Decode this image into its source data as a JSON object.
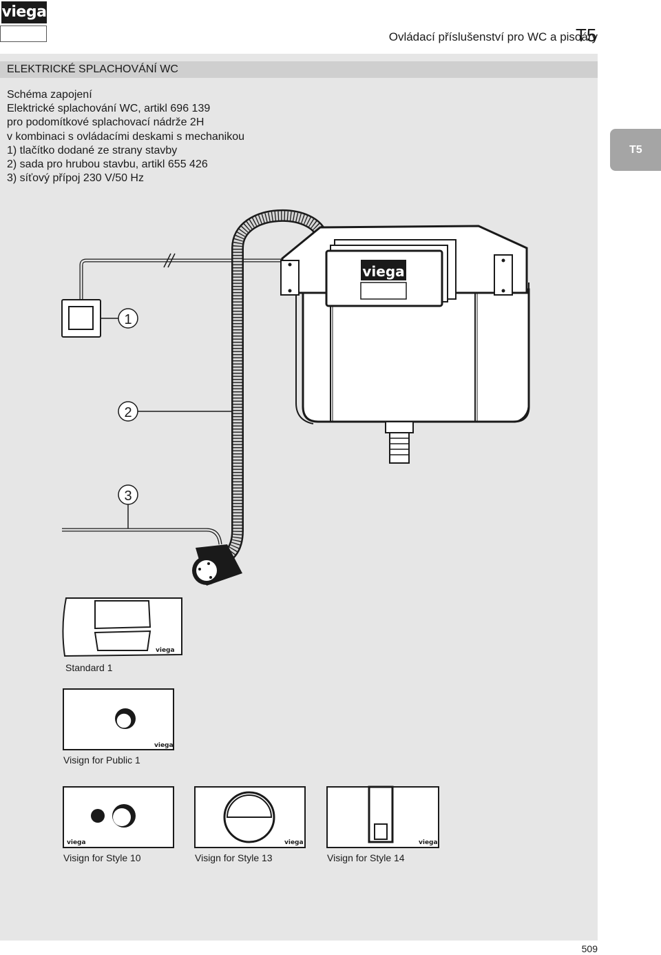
{
  "header": {
    "logo": "viega",
    "running_head": "Ovládací příslušenství pro WC a pisoáry",
    "section_code": "T5"
  },
  "section_title": "ELEKTRICKÉ SPLACHOVÁNÍ WC",
  "description": [
    "Schéma zapojení",
    "Elektrické splachování WC, artikl 696 139",
    "pro podomítkové splachovací nádrže 2H",
    "v kombinaci s ovládacími deskami s mechanikou",
    "1) tlačítko dodané ze strany stavby",
    "2) sada pro hrubou stavbu, artikl 655 426",
    "3) síťový přípoj 230 V/50 Hz"
  ],
  "side_tab": "T5",
  "diagram": {
    "callouts": [
      "1",
      "2",
      "3"
    ],
    "tank_logo": "viega"
  },
  "plates": {
    "brand": "viega",
    "standard": "Standard 1",
    "public": "Visign for Public 1",
    "style10": "Visign for Style 10",
    "style13": "Visign for Style 13",
    "style14": "Visign for Style 14"
  },
  "page_number": "509"
}
